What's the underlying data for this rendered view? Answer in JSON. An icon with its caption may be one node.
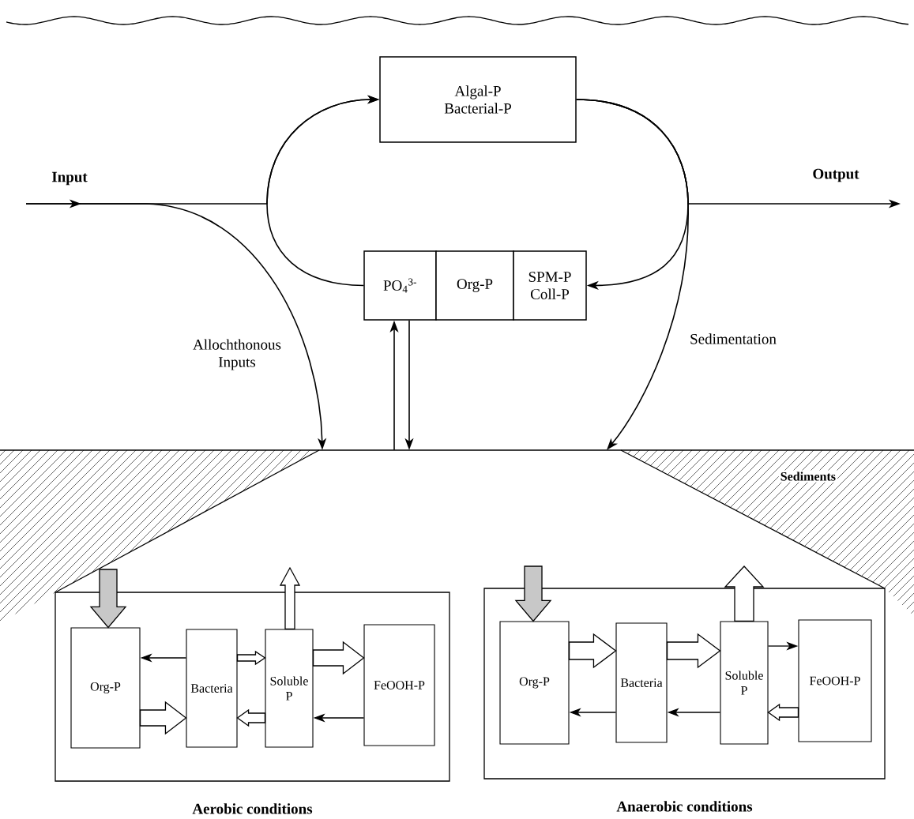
{
  "diagram": {
    "nodes": [
      {
        "text": [
          "Algal-P Bacterial-P"
        ]
      },
      {
        "text": [
          "PO$_{4}$$^{3-}$"
        ]
      },
      {
        "text": [
          "Org-P"
        ]
      },
      {
        "text": [
          "SPM-P Coll-P"
        ]
      },
      {
        "text": [
          "Sediments"
        ]
      },
      {
        "text": [
          "Aerobic conditions"
        ]
      },
      {
        "text": [
          "Org-P"
        ],
        "in": 5
      },
      {
        "text": [
          "Bacteria"
        ],
        "in": 5
      },
      {
        "text": [
          "Soluble P"
        ],
        "in": 5
      },
      {
        "text": [
          "FeOOH-P"
        ],
        "in": 5
      },
      {
        "text": [
          "Anaerobic conditions"
        ]
      },
      {
        "text": [
          "Org-P"
        ],
        "in": 10
      },
      {
        "text": [
          "Bacteria"
        ],
        "in": 10
      },
      {
        "text": [
          "Soluble P"
        ],
        "in": 10
      },
      {
        "text": [
          "FeOOH-P"
        ],
        "in": 10
      }
    ],
    "edges": [
      {
        "from": null,
        "to": 0,
        "arrow": "to",
        "label": "Input"
      },
      {
        "from": null,
        "to": 4,
        "arrow": "to",
        "label": "Allochthonous Inputs"
      },
      {
        "from": 1,
        "to": 0,
        "arrow": "to"
      },
      {
        "from": 0,
        "to": null,
        "arrow": "to",
        "label": "Output"
      },
      {
        "from": 0,
        "to": 3,
        "arrow": "to"
      },
      {
        "from": 0,
        "to": 4,
        "arrow": "to",
        "label": "Sedimentation"
      },
      {
        "from": 4,
        "to": 1,
        "arrow": "to"
      },
      {
        "from": 1,
        "to": 4,
        "arrow": "to"
      },
      {
        "from": null,
        "to": 6,
        "arrow": "to",
        "style": "thick",
        "color": "#c8c8c8"
      },
      {
        "from": 8,
        "to": null,
        "arrow": "to",
        "style": "thick"
      },
      {
        "from": 7,
        "to": 6,
        "arrow": "to"
      },
      {
        "from": 7,
        "to": 8,
        "arrow": "to",
        "style": "thick"
      },
      {
        "from": 8,
        "to": 9,
        "arrow": "to",
        "style": "thick"
      },
      {
        "from": 6,
        "to": 7,
        "arrow": "to",
        "style": "thick"
      },
      {
        "from": 8,
        "to": 7,
        "arrow": "to",
        "style": "thick"
      },
      {
        "from": 9,
        "to": 8,
        "arrow": "to"
      },
      {
        "from": null,
        "to": 11,
        "arrow": "to",
        "style": "thick",
        "color": "#c8c8c8"
      },
      {
        "from": 13,
        "to": null,
        "arrow": "to",
        "style": "thick"
      },
      {
        "from": 11,
        "to": 12,
        "arrow": "to",
        "style": "thick"
      },
      {
        "from": 12,
        "to": 13,
        "arrow": "to",
        "style": "thick"
      },
      {
        "from": 13,
        "to": 14,
        "arrow": "to"
      },
      {
        "from": 14,
        "to": 13,
        "arrow": "to",
        "style": "thick"
      },
      {
        "from": 13,
        "to": 12,
        "arrow": "to"
      },
      {
        "from": 12,
        "to": 11,
        "arrow": "to"
      }
    ]
  }
}
